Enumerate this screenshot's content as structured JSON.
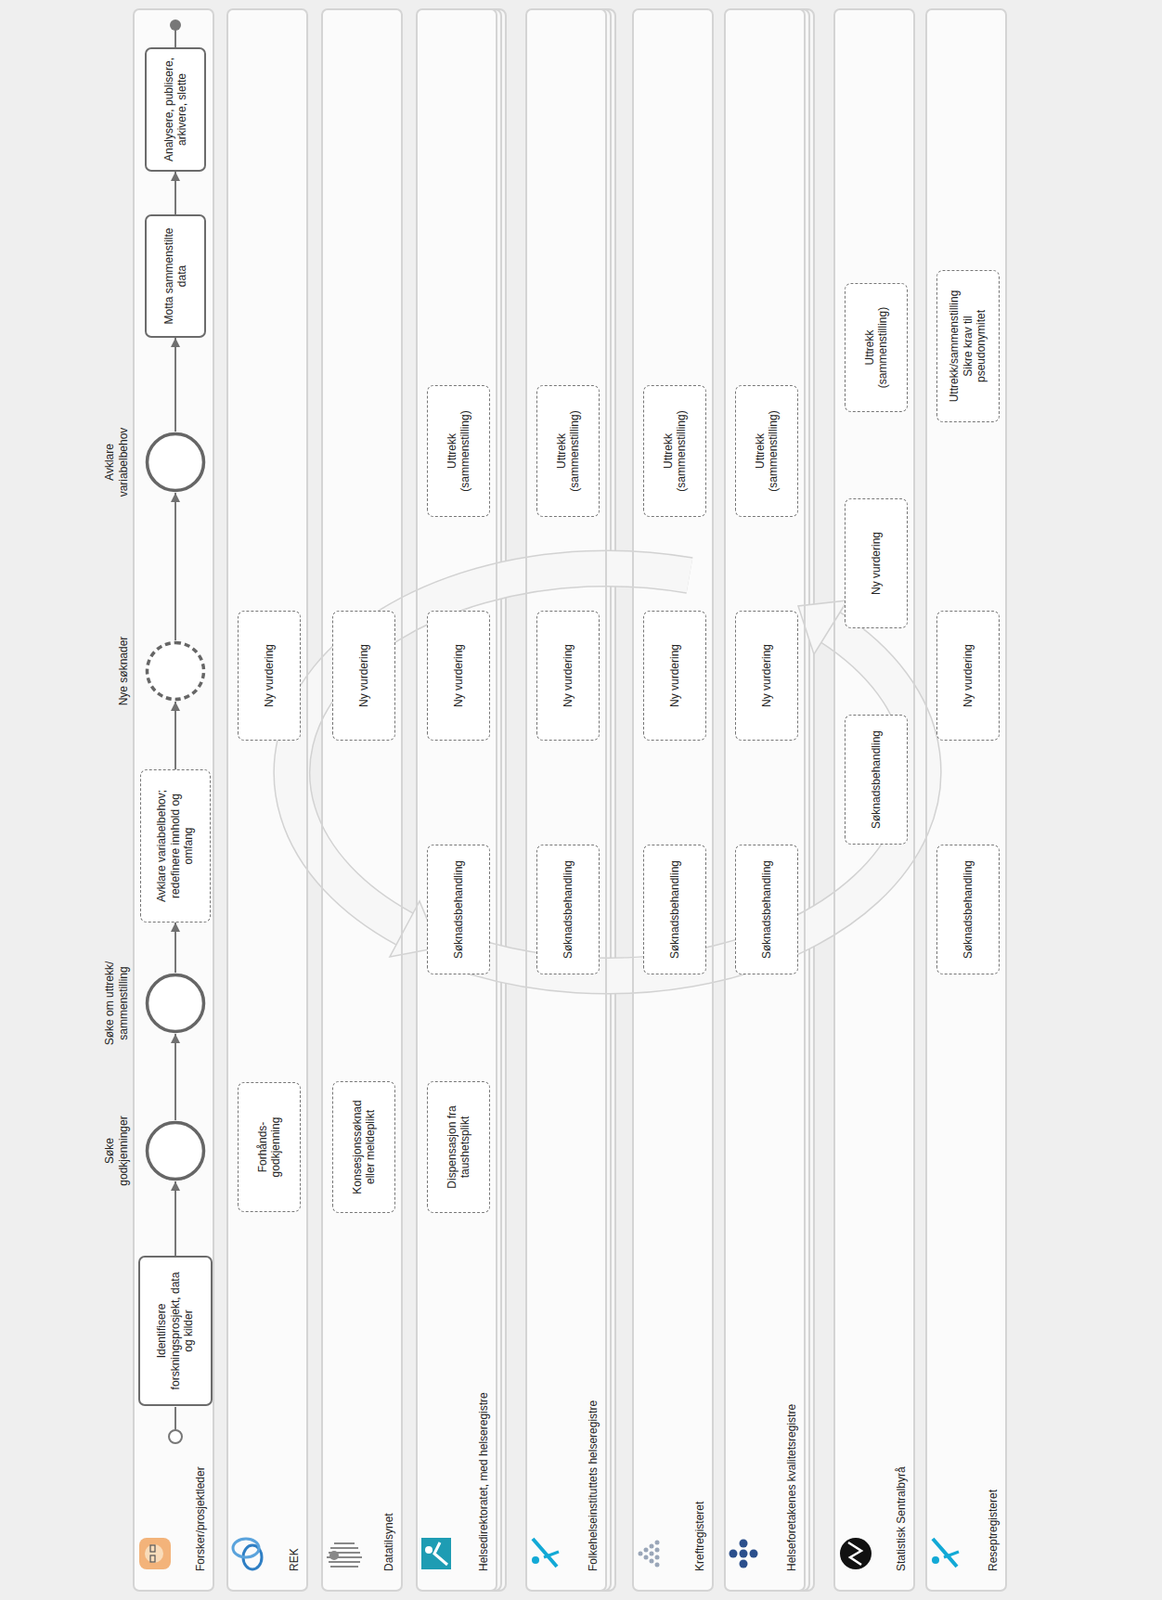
{
  "diagram": {
    "nodes": [
      {
        "text": [
          "Forsker/prosjektleder"
        ]
      },
      {
        "text": [
          "Identifisere forskningsprosjekt, data og kilder"
        ],
        "in": 0
      },
      {
        "text": [
          "Søke godkjenninger"
        ],
        "in": 0
      },
      {
        "text": [
          "Søke om uttrekk/ sammenstilling"
        ],
        "in": 0
      },
      {
        "text": [
          "Avklare variabelbehov; redefinere innhold og omfang"
        ],
        "in": 0
      },
      {
        "text": [
          "Nye søknader"
        ],
        "in": 0
      },
      {
        "text": [
          "Avklare variabelbehov"
        ],
        "in": 0
      },
      {
        "text": [
          "Motta sammenstilte data"
        ],
        "in": 0
      },
      {
        "text": [
          "Analysere, publisere, arkivere, slette"
        ],
        "in": 0
      },
      {
        "text": [
          "REK"
        ]
      },
      {
        "text": [
          "Forhånds- godkjenning"
        ],
        "in": 9
      },
      {
        "text": [
          "Ny vurdering"
        ],
        "in": 9
      },
      {
        "text": [
          "Datatilsynet"
        ]
      },
      {
        "text": [
          "Konsesjonssøknad eller meldeplikt"
        ],
        "in": 12
      },
      {
        "text": [
          "Ny vurdering"
        ],
        "in": 12
      },
      {
        "text": [
          "Helsedirektoratet, med helseregistre"
        ]
      },
      {
        "text": [
          "Dispensasjon fra taushetsplikt"
        ],
        "in": 15
      },
      {
        "text": [
          "Søknadsbehandling"
        ],
        "in": 15
      },
      {
        "text": [
          "Ny vurdering"
        ],
        "in": 15
      },
      {
        "text": [
          "Uttrekk (sammenstilling)"
        ],
        "in": 15
      },
      {
        "text": [
          "Folkehelseinstituttets helseregistre"
        ]
      },
      {
        "text": [
          "Søknadsbehandling"
        ],
        "in": 20
      },
      {
        "text": [
          "Ny vurdering"
        ],
        "in": 20
      },
      {
        "text": [
          "Uttrekk (sammenstilling)"
        ],
        "in": 20
      },
      {
        "text": [
          "Kreftregisteret"
        ]
      },
      {
        "text": [
          "Søknadsbehandling"
        ],
        "in": 24
      },
      {
        "text": [
          "Ny vurdering"
        ],
        "in": 24
      },
      {
        "text": [
          "Uttrekk (sammenstilling)"
        ],
        "in": 24
      },
      {
        "text": [
          "Helseforetakenes kvalitetsregistre"
        ]
      },
      {
        "text": [
          "Søknadsbehandling"
        ],
        "in": 28
      },
      {
        "text": [
          "Ny vurdering"
        ],
        "in": 28
      },
      {
        "text": [
          "Uttrekk (sammenstilling)"
        ],
        "in": 28
      },
      {
        "text": [
          "Statistisk Sentralbyrå"
        ]
      },
      {
        "text": [
          "Søknadsbehandling"
        ],
        "in": 32
      },
      {
        "text": [
          "Ny vurdering"
        ],
        "in": 32
      },
      {
        "text": [
          "Uttrekk (sammenstilling)"
        ],
        "in": 32
      },
      {
        "text": [
          "Reseptregisteret"
        ]
      },
      {
        "text": [
          "Søknadsbehandling"
        ],
        "in": 36
      },
      {
        "text": [
          "Ny vurdering"
        ],
        "in": 36
      },
      {
        "text": [
          "Uttrekk/sammenstilling Sikre krav til pseudonymitet"
        ],
        "in": 36
      }
    ],
    "edges": [
      {
        "from": 1,
        "to": 2,
        "arrow": "to"
      },
      {
        "from": 2,
        "to": 3,
        "arrow": "to"
      },
      {
        "from": 3,
        "to": 4,
        "arrow": "to"
      },
      {
        "from": 4,
        "to": 5,
        "arrow": "to"
      },
      {
        "from": 5,
        "to": 6,
        "arrow": "to"
      },
      {
        "from": 6,
        "to": 7,
        "arrow": "to"
      },
      {
        "from": 7,
        "to": 8,
        "arrow": "to"
      }
    ]
  }
}
